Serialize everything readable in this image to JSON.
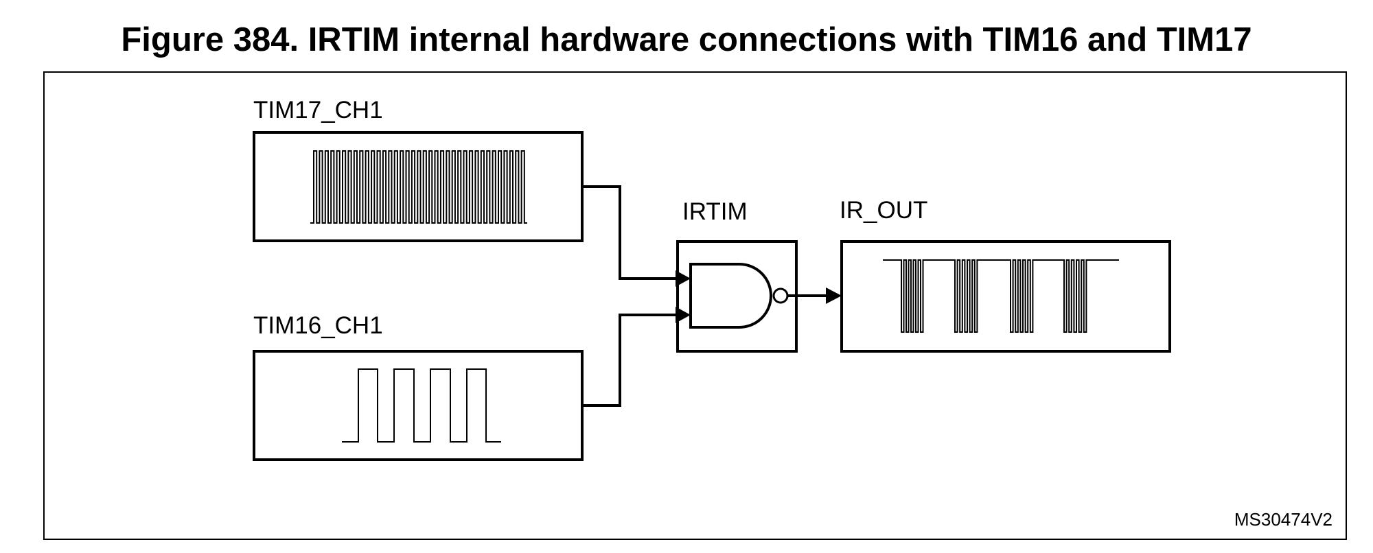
{
  "figure": {
    "title": "Figure 384. IRTIM internal hardware connections with TIM16 and TIM17",
    "reference_id": "MS30474V2"
  },
  "blocks": {
    "tim17": {
      "label": "TIM17_CH1",
      "signal": "high-frequency carrier"
    },
    "tim16": {
      "label": "TIM16_CH1",
      "signal": "low-frequency envelope"
    },
    "irtim": {
      "label": "IRTIM",
      "gate": "NAND"
    },
    "ir_out": {
      "label": "IR_OUT",
      "signal": "modulated output"
    }
  },
  "colors": {
    "stroke": "#000000",
    "background": "#ffffff"
  }
}
